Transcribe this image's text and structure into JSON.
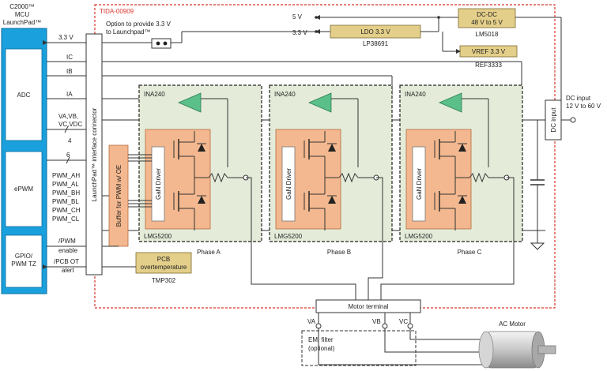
{
  "design_id": "TIDA-00909",
  "mcu": {
    "title_lines": [
      "C2000™",
      "MCU",
      "LaunchPad™"
    ],
    "adc_label": "ADC",
    "epwm_label": "ePWM",
    "gpio_label_lines": [
      "GPIO/",
      "PWM TZ"
    ]
  },
  "connector_label": "LaunchPad™ interface connector",
  "buffer_label": "Buffer for PWM w/ OE",
  "signals": {
    "v33": "3.3 V",
    "ic": "IC",
    "ib": "IB",
    "ia": "IA",
    "va_vb": "VA,VB,",
    "vc_vdc": "VC,VDC",
    "bus4": "4",
    "bus6": "6",
    "pwm": [
      "PWM_AH",
      "PWM_AL",
      "PWM_BH",
      "PWM_BL",
      "PWM_CH",
      "PWM_CL"
    ],
    "pwm_enable_lines": [
      "/PWM",
      "enable"
    ],
    "pcb_ot_lines": [
      "/PCB OT",
      "alert"
    ]
  },
  "option_note_lines": [
    "Option to provide 3.3 V",
    "to Launchpad™"
  ],
  "power": {
    "rail_5v": "5 V",
    "rail_33v": "3.3 V",
    "ldo_label": "LDO 3.3 V",
    "ldo_part": "LP38691",
    "dcdc_lines": [
      "DC-DC",
      "48 V to 5 V"
    ],
    "dcdc_part": "LM5018",
    "vref_label": "VREF 3.3 V",
    "vref_part": "REF3333"
  },
  "dc_input": {
    "box_label": "DC input",
    "note_lines": [
      "DC input",
      "12 V to 60 V"
    ]
  },
  "phases": [
    {
      "name": "Phase A",
      "amp": "INA240",
      "driver_ic": "LMG5200",
      "driver_label": "GaN Driver"
    },
    {
      "name": "Phase B",
      "amp": "INA240",
      "driver_ic": "LMG5200",
      "driver_label": "GaN Driver"
    },
    {
      "name": "Phase C",
      "amp": "INA240",
      "driver_ic": "LMG5200",
      "driver_label": "GaN Driver"
    }
  ],
  "pcb_temp": {
    "lines": [
      "PCB",
      "overtemperature"
    ],
    "part": "TMP302"
  },
  "motor_terminal": "Motor terminal",
  "terminal_voltages": [
    "VA",
    "VB",
    "VC"
  ],
  "emi_filter_lines": [
    "EMI filter",
    "(optional)"
  ],
  "ac_motor": "AC Motor",
  "colors": {
    "mcu_blue": "#1aa0dc",
    "design_border_red": "#d9352b",
    "phase_green": "#e4ecd9",
    "amp_green": "#5bbf8a",
    "driver_orange": "#f3b88f",
    "supply_tan": "#e4cf8a"
  }
}
